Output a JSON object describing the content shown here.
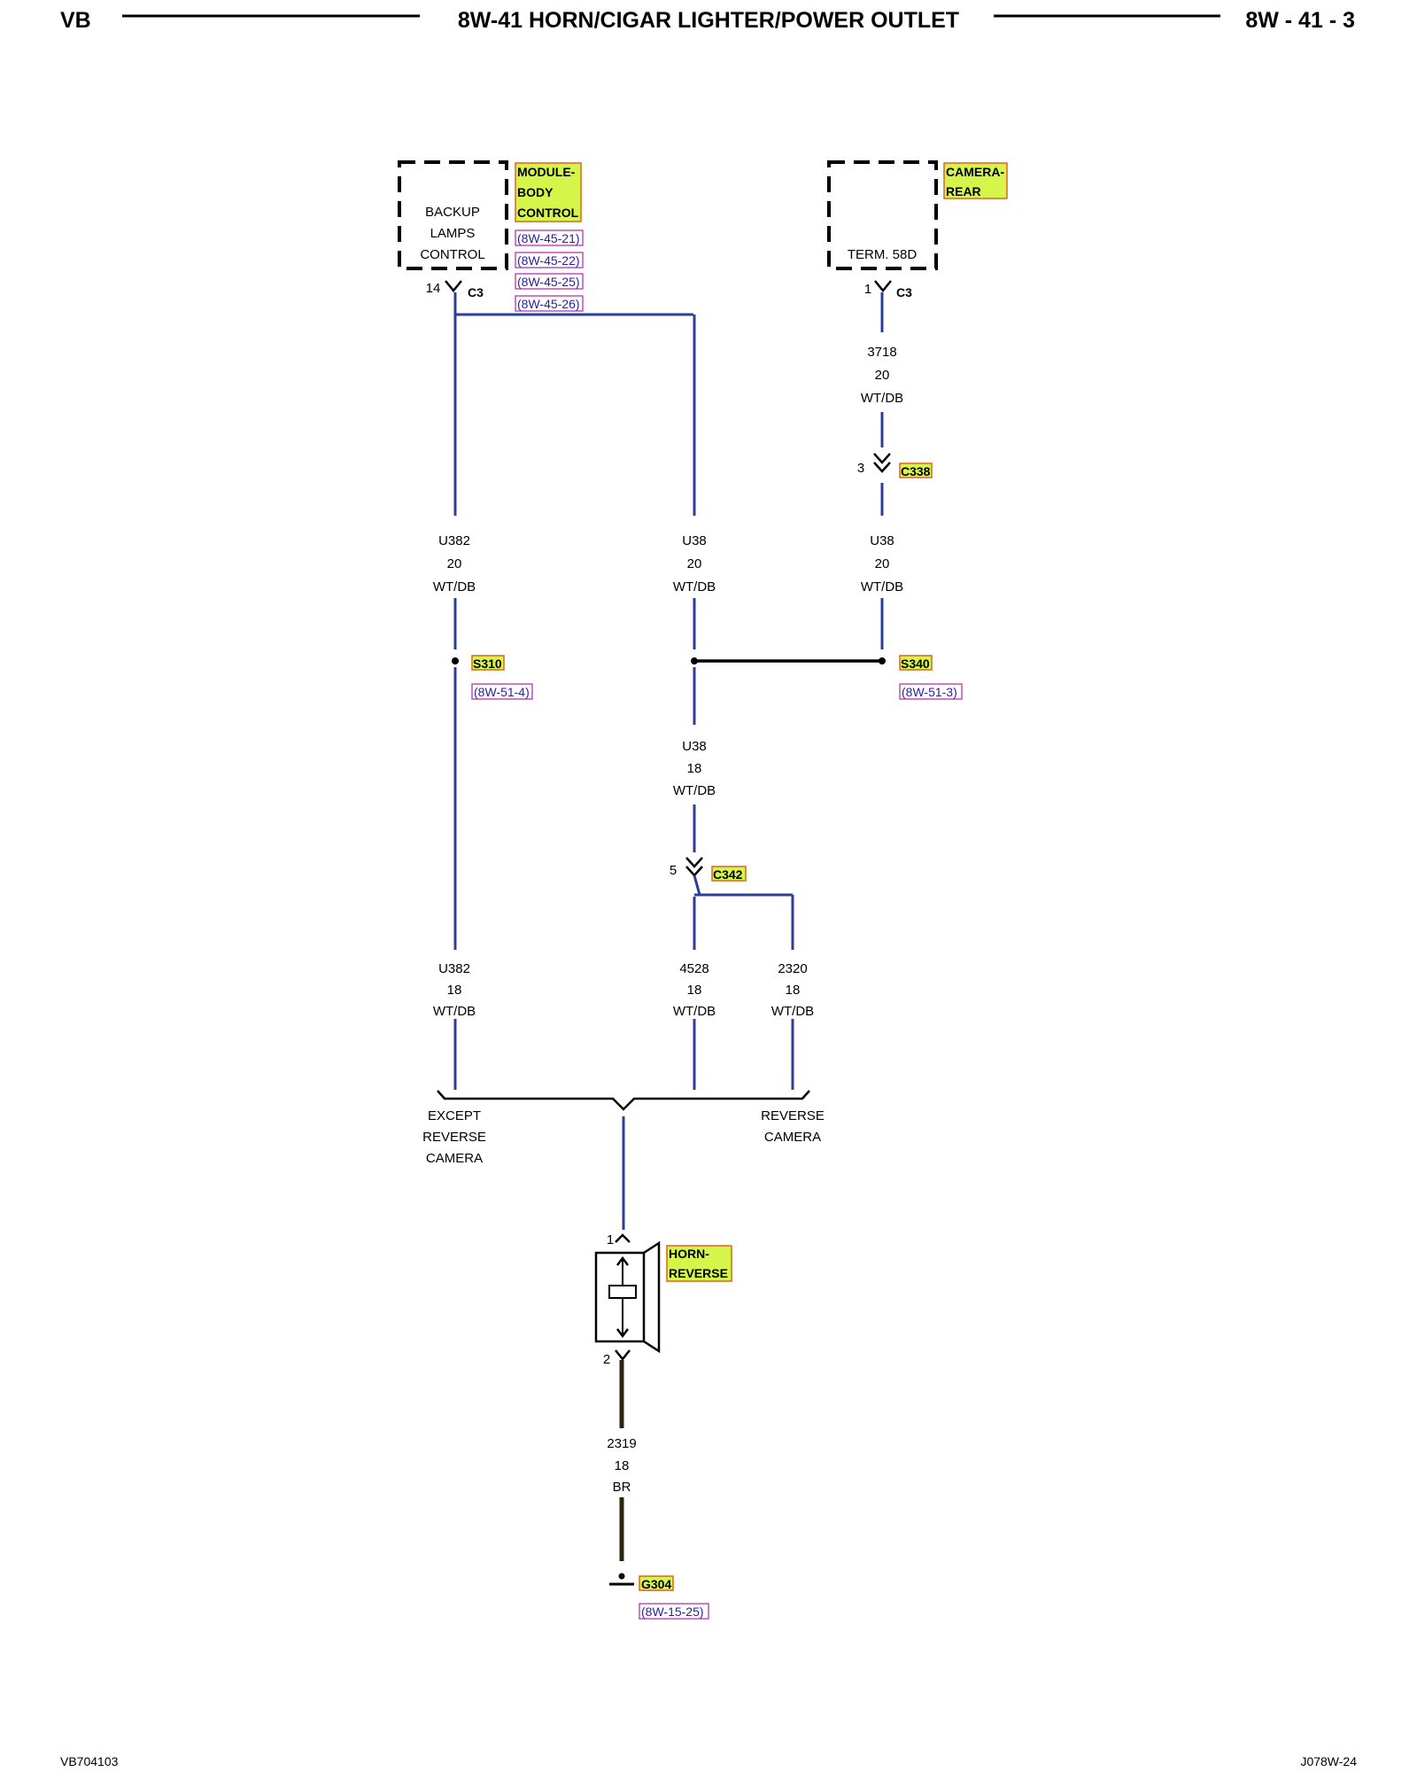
{
  "header": {
    "left": "VB",
    "title": "8W-41 HORN/CIGAR LIGHTER/POWER OUTLET",
    "page": "8W - 41 - 3"
  },
  "footer": {
    "left": "VB704103",
    "right": "J078W-24"
  },
  "colors": {
    "wire": "#2c3d9a",
    "wire_dark": "#2b2410",
    "tag_fill": "#d6f54a",
    "tag_stroke": "#e0641e",
    "ref_stroke": "#c04ec0",
    "ref_text": "#2a1f9c"
  },
  "components": {
    "bcm": {
      "name_lines": [
        "MODULE-",
        "BODY",
        "CONTROL"
      ],
      "inner_lines": [
        "BACKUP",
        "LAMPS",
        "CONTROL"
      ],
      "refs": [
        "(8W-45-21)",
        "(8W-45-22)",
        "(8W-45-25)",
        "(8W-45-26)"
      ],
      "pin": "14",
      "connector": "C3"
    },
    "camera": {
      "name_lines": [
        "CAMERA-",
        "REAR"
      ],
      "inner_line": "TERM. 58D",
      "pin": "1",
      "connector": "C3"
    },
    "horn": {
      "name_lines": [
        "HORN-",
        "REVERSE"
      ],
      "pin_top": "1",
      "pin_bottom": "2"
    }
  },
  "connectors": {
    "c338": {
      "name": "C338",
      "pin": "3"
    },
    "c342": {
      "name": "C342",
      "pin": "5"
    }
  },
  "splices": {
    "s310": {
      "name": "S310",
      "ref": "(8W-51-4)"
    },
    "s340": {
      "name": "S340",
      "ref": "(8W-51-3)"
    }
  },
  "ground": {
    "name": "G304",
    "ref": "(8W-15-25)"
  },
  "wires": {
    "w3718": {
      "circuit": "3718",
      "gauge": "20",
      "color": "WT/DB"
    },
    "u382_20": {
      "circuit": "U382",
      "gauge": "20",
      "color": "WT/DB"
    },
    "u38_mid_20": {
      "circuit": "U38",
      "gauge": "20",
      "color": "WT/DB"
    },
    "u38_right_20": {
      "circuit": "U38",
      "gauge": "20",
      "color": "WT/DB"
    },
    "u38_18": {
      "circuit": "U38",
      "gauge": "18",
      "color": "WT/DB"
    },
    "u382_18": {
      "circuit": "U382",
      "gauge": "18",
      "color": "WT/DB"
    },
    "w4528": {
      "circuit": "4528",
      "gauge": "18",
      "color": "WT/DB"
    },
    "w2320": {
      "circuit": "2320",
      "gauge": "18",
      "color": "WT/DB"
    },
    "w2319": {
      "circuit": "2319",
      "gauge": "18",
      "color": "BR"
    }
  },
  "options": {
    "except": [
      "EXCEPT",
      "REVERSE",
      "CAMERA"
    ],
    "reverse": [
      "REVERSE",
      "CAMERA"
    ]
  }
}
